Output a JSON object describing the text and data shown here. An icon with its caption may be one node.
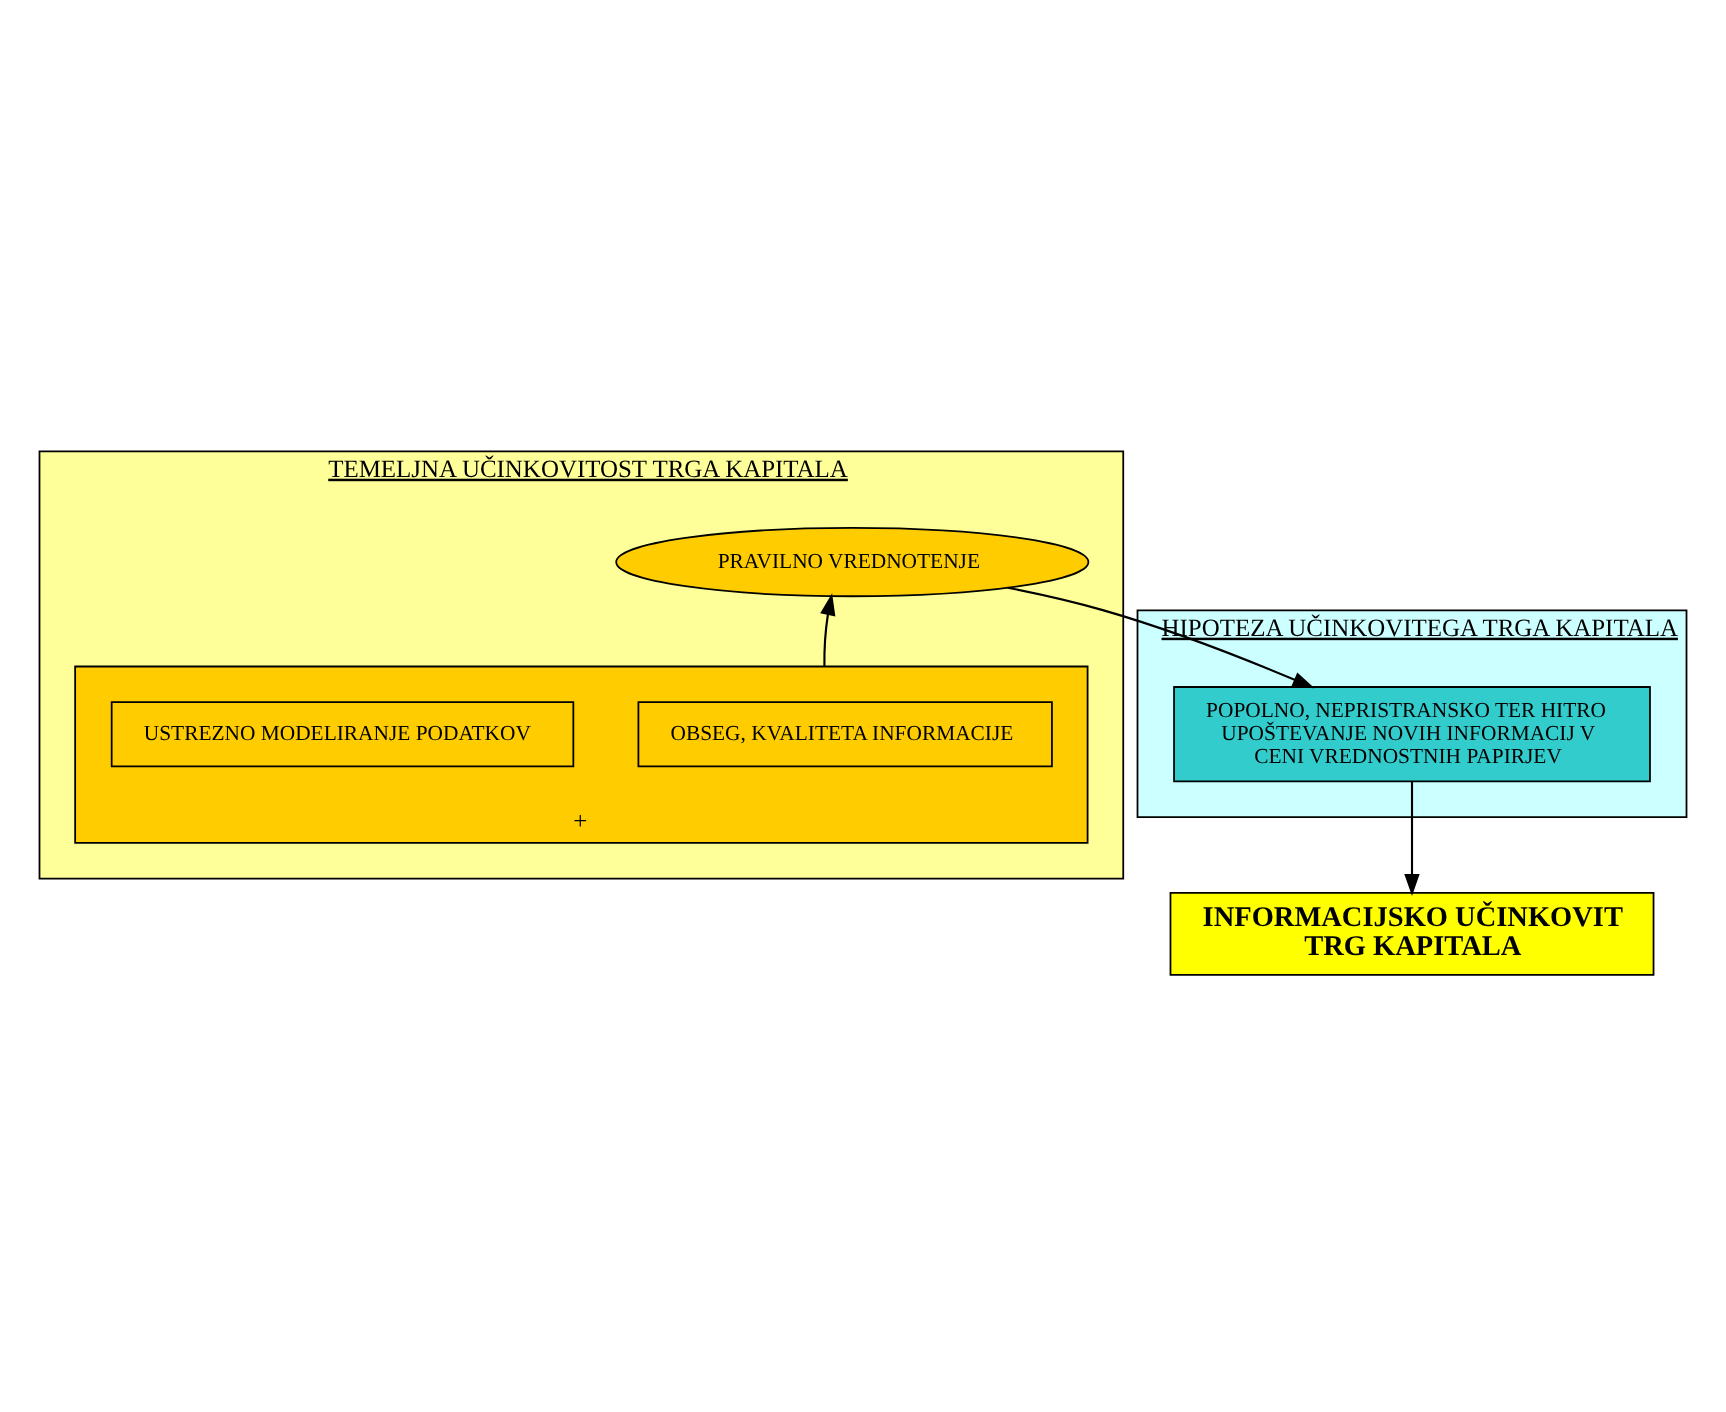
{
  "diagram": {
    "nodes": [
      {
        "text": [
          "TEMELJNA UČINKOVITOST TRGA KAPITALA"
        ]
      },
      {
        "text": [
          "PRAVILNO VREDNOTENJE"
        ],
        "in": 0
      },
      {
        "text": [
          "+"
        ],
        "in": 0
      },
      {
        "text": [
          "OBSEG, KVALITETA INFORMACIJE"
        ],
        "in": 2
      },
      {
        "text": [
          "USTREZNO MODELIRANJE PODATKOV"
        ],
        "in": 2
      },
      {
        "text": [
          "HIPOTEZA UČINKOVITEGA TRGA KAPITALA"
        ]
      },
      {
        "text": [
          "POPOLNO, NEPRISTRANSKO TER HITRO UPOŠTEVANJE NOVIH INFORMACIJ V CENI VREDNOSTNIH PAPIRJEV"
        ],
        "in": 5
      },
      {
        "text": [
          "INFORMACIJSKO UČINKOVIT TRG KAPITALA"
        ]
      }
    ],
    "edges": [
      {
        "from": 2,
        "to": 1,
        "arrow": "to"
      },
      {
        "from": 1,
        "to": 6,
        "arrow": "to"
      },
      {
        "from": 6,
        "to": 7,
        "arrow": "to"
      }
    ]
  }
}
